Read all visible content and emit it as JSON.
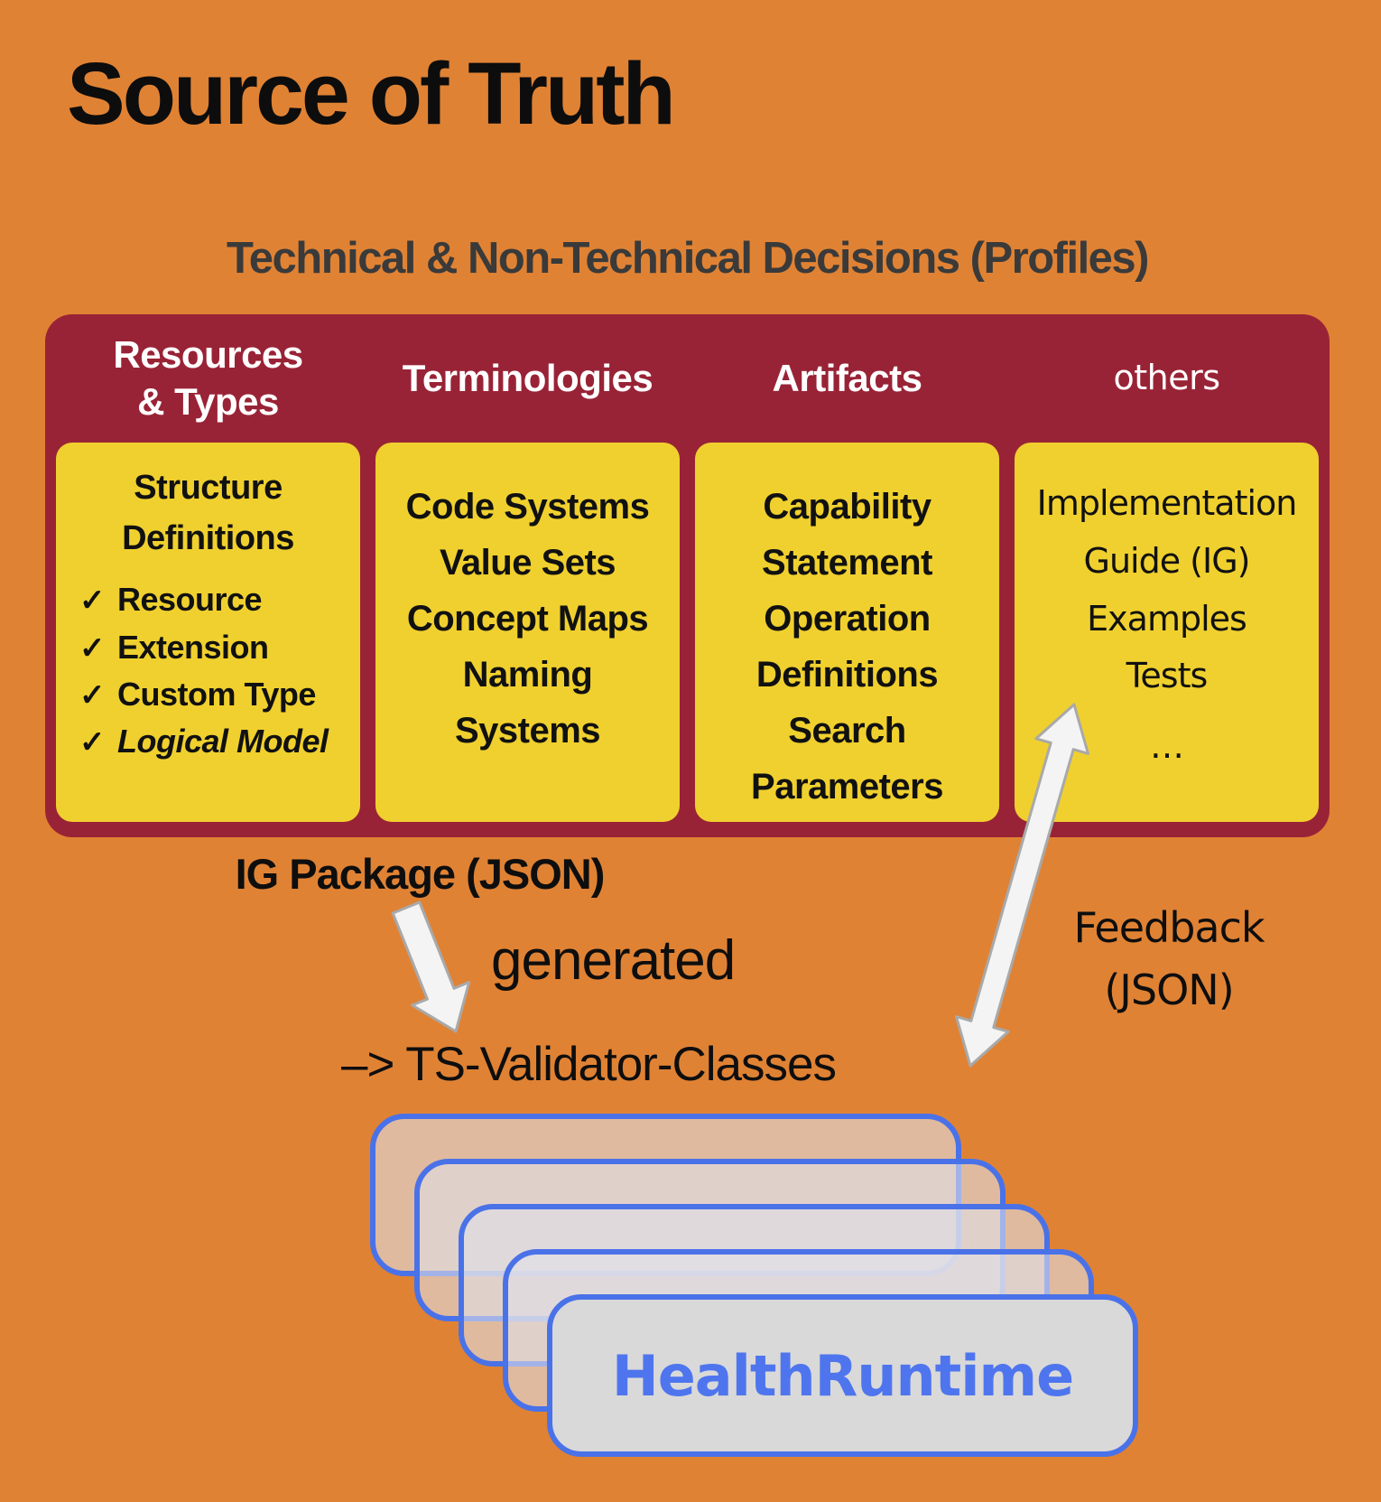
{
  "title": "Source of Truth",
  "subtitle": "Technical & Non-Technical Decisions (Profiles)",
  "decision_table": {
    "columns": [
      {
        "header_lines": [
          "Resources",
          "& Types"
        ],
        "card": {
          "heading_lines": [
            "Structure",
            "Definitions"
          ],
          "checked_items": [
            "Resource",
            "Extension",
            "Custom Type",
            "Logical Model"
          ]
        }
      },
      {
        "header_lines": [
          "Terminologies"
        ],
        "card": {
          "lines": [
            "Code Systems",
            "Value Sets",
            "Concept Maps",
            "Naming Systems"
          ]
        }
      },
      {
        "header_lines": [
          "Artifacts"
        ],
        "card": {
          "lines": [
            "Capability Statement",
            "Operation Definitions",
            "Search Parameters"
          ]
        }
      },
      {
        "header_lines": [
          "others"
        ],
        "card": {
          "lines": [
            "Implementation Guide (IG)",
            "Examples",
            "Tests",
            "…"
          ]
        }
      }
    ]
  },
  "flow": {
    "ig_package_label": "IG Package (JSON)",
    "generated_label": "generated",
    "ts_validator_label": "–> TS-Validator-Classes",
    "feedback_lines": [
      "Feedback",
      "(JSON)"
    ]
  },
  "runtime_stack": {
    "card_count": 5,
    "front_label": "HealthRuntime"
  },
  "icons": {
    "check_glyph": "✓",
    "generated_arrow": "down-right-arrow",
    "feedback_arrow": "double-headed-arrow"
  },
  "colors": {
    "background_orange": "#E08234",
    "panel_red": "#992336",
    "card_yellow": "#F0D02E",
    "header_text": "#FFFFFF",
    "body_text": "#111111",
    "subtitle_gray": "#3A3A3A",
    "stack_border_blue": "#4A72E8",
    "runtime_text_blue": "#4F75EE",
    "front_card_gray": "#D9D9D9",
    "arrow_fill": "#F4F4F4",
    "arrow_outline": "#A9A9A9"
  }
}
